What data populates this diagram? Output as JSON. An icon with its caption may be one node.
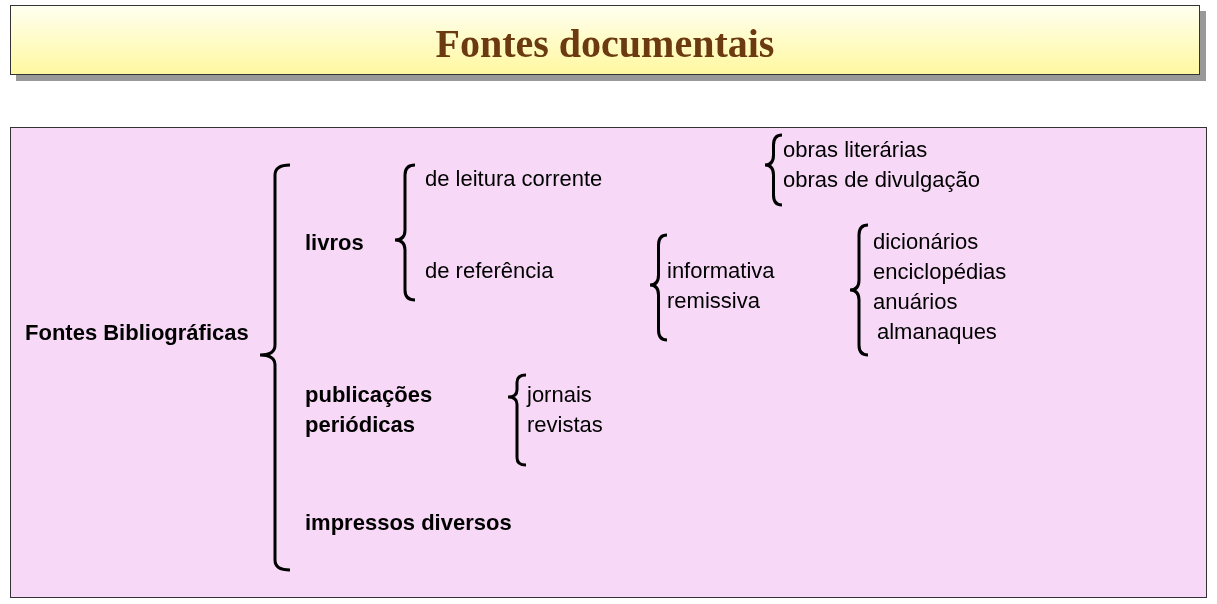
{
  "diagram": {
    "title": "Fontes documentais",
    "labels": [
      "Fontes Bibliográficas",
      "livros",
      "de leitura corrente",
      "obras literárias",
      "obras de divulgação",
      "de referência",
      "informativa",
      "remissiva",
      "dicionários",
      "enciclopédias",
      "anuários",
      "almanaques",
      "publicações periódicas",
      "jornais",
      "revistas",
      "impressos diversos"
    ]
  }
}
